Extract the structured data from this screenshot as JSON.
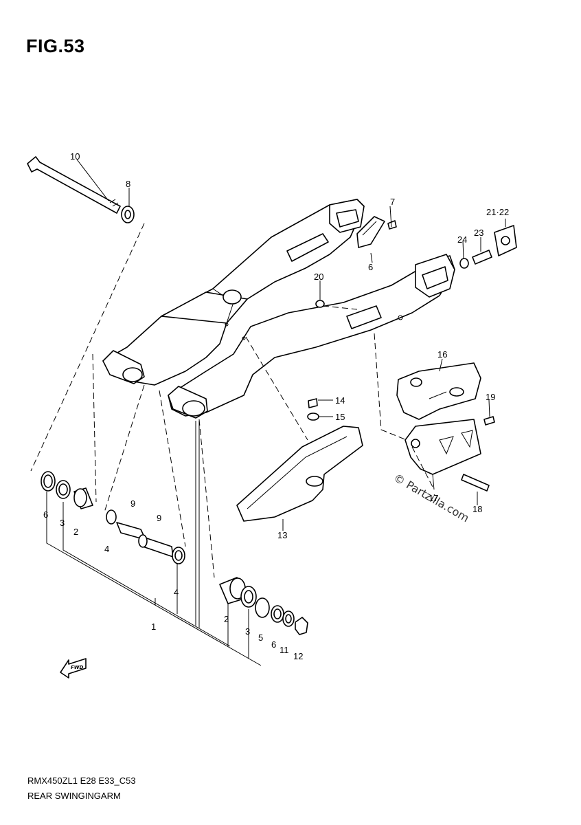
{
  "figure": {
    "title": "FIG.53",
    "model_code": "RMX450ZL1 E28 E33_C53",
    "section_name": "REAR SWINGINGARM"
  },
  "watermark": "© Partzilla.com",
  "direction_arrow": {
    "label": "FWD",
    "icon": "forward-arrow-icon"
  },
  "callouts": {
    "c10": "10",
    "c8": "8",
    "c7": "7",
    "c6top": "6",
    "c2122": "21·22",
    "c23": "23",
    "c24": "24",
    "c20": "20",
    "c16": "16",
    "c19": "19",
    "c14": "14",
    "c15": "15",
    "c17": "17",
    "c18": "18",
    "c13": "13",
    "c6left": "6",
    "c3left": "3",
    "c2left": "2",
    "c9a": "9",
    "c9b": "9",
    "c4top": "4",
    "c4": "4",
    "c1": "1",
    "c2right": "2",
    "c3right": "3",
    "c5": "5",
    "c6right": "6",
    "c11": "11",
    "c12": "12"
  }
}
